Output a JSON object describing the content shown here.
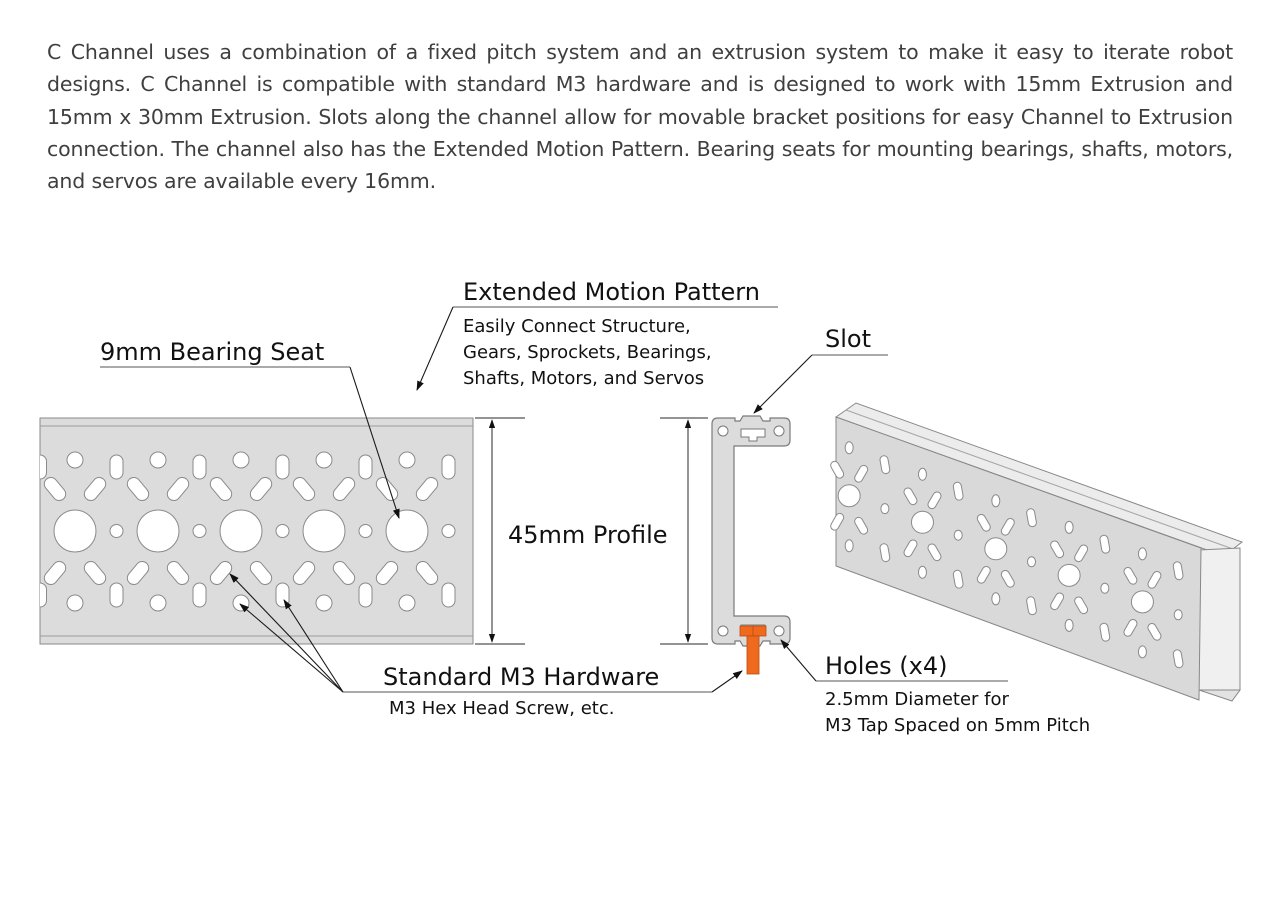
{
  "intro_text": "C Channel uses a combination of a fixed pitch system and an extrusion system to make it easy to iterate robot designs. C Channel is compatible with standard M3 hardware and is designed to work with  15mm Extrusion and 15mm x 30mm Extrusion. Slots along the channel allow for movable bracket positions for easy Channel to Extrusion connection. The channel also has the Extended Motion Pattern. Bearing seats for mounting bearings, shafts, motors, and servos are available every 16mm.",
  "labels": {
    "bearing_seat": "9mm Bearing Seat",
    "emp_title": "Extended Motion Pattern",
    "emp_desc": [
      "Easily Connect Structure,",
      "Gears, Sprockets, Bearings,",
      "Shafts, Motors, and Servos"
    ],
    "slot": "Slot",
    "profile": "45mm Profile",
    "hardware_title": "Standard M3 Hardware",
    "hardware_desc": "M3 Hex Head Screw, etc.",
    "holes_title": "Holes (x4)",
    "holes_desc": [
      "2.5mm Diameter for",
      "M3 Tap Spaced on 5mm Pitch"
    ]
  },
  "colors": {
    "metal_fill": "#dcdcdc",
    "metal_stroke": "#8a8a8a",
    "screw": "#f06a1e",
    "text": "#111111",
    "intro_text": "#3f3f3f"
  }
}
